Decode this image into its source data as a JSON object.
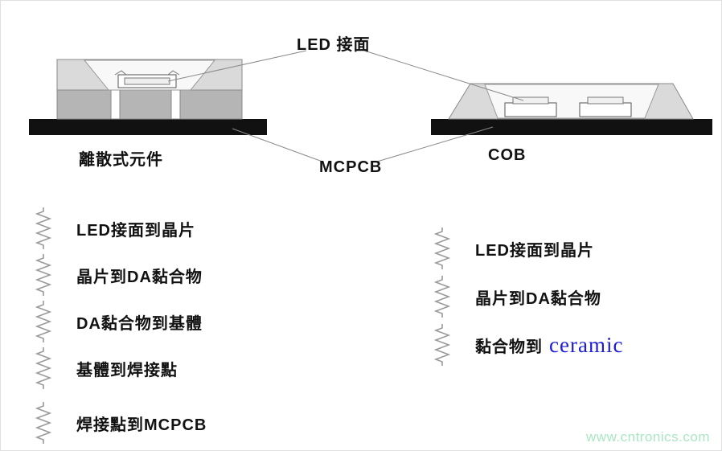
{
  "diagram": {
    "led_interface_label": "LED 接面",
    "mcpcb_label": "MCPCB",
    "discrete_component_label": "離散式元件",
    "cob_label": "COB"
  },
  "left_chain": {
    "items": [
      {
        "label": "LED接面到晶片"
      },
      {
        "label": "晶片到DA黏合物"
      },
      {
        "label": "DA黏合物到基體"
      },
      {
        "label": "基體到焊接點"
      },
      {
        "label": "焊接點到MCPCB"
      }
    ]
  },
  "right_chain": {
    "items": [
      {
        "label": "LED接面到晶片"
      },
      {
        "label": "晶片到DA黏合物"
      },
      {
        "label_prefix": "黏合物到",
        "label_highlight": "ceramic"
      }
    ]
  },
  "watermark": "www.cntronics.com",
  "colors": {
    "mcpcb_bar": "#111111",
    "package_body": "#dadada",
    "package_base": "#b5b5b5",
    "cavity": "#f8f8f8",
    "ceramic_text": "#1c1cd8",
    "watermark": "#a9e7c3",
    "line": "#8a8a8a"
  }
}
